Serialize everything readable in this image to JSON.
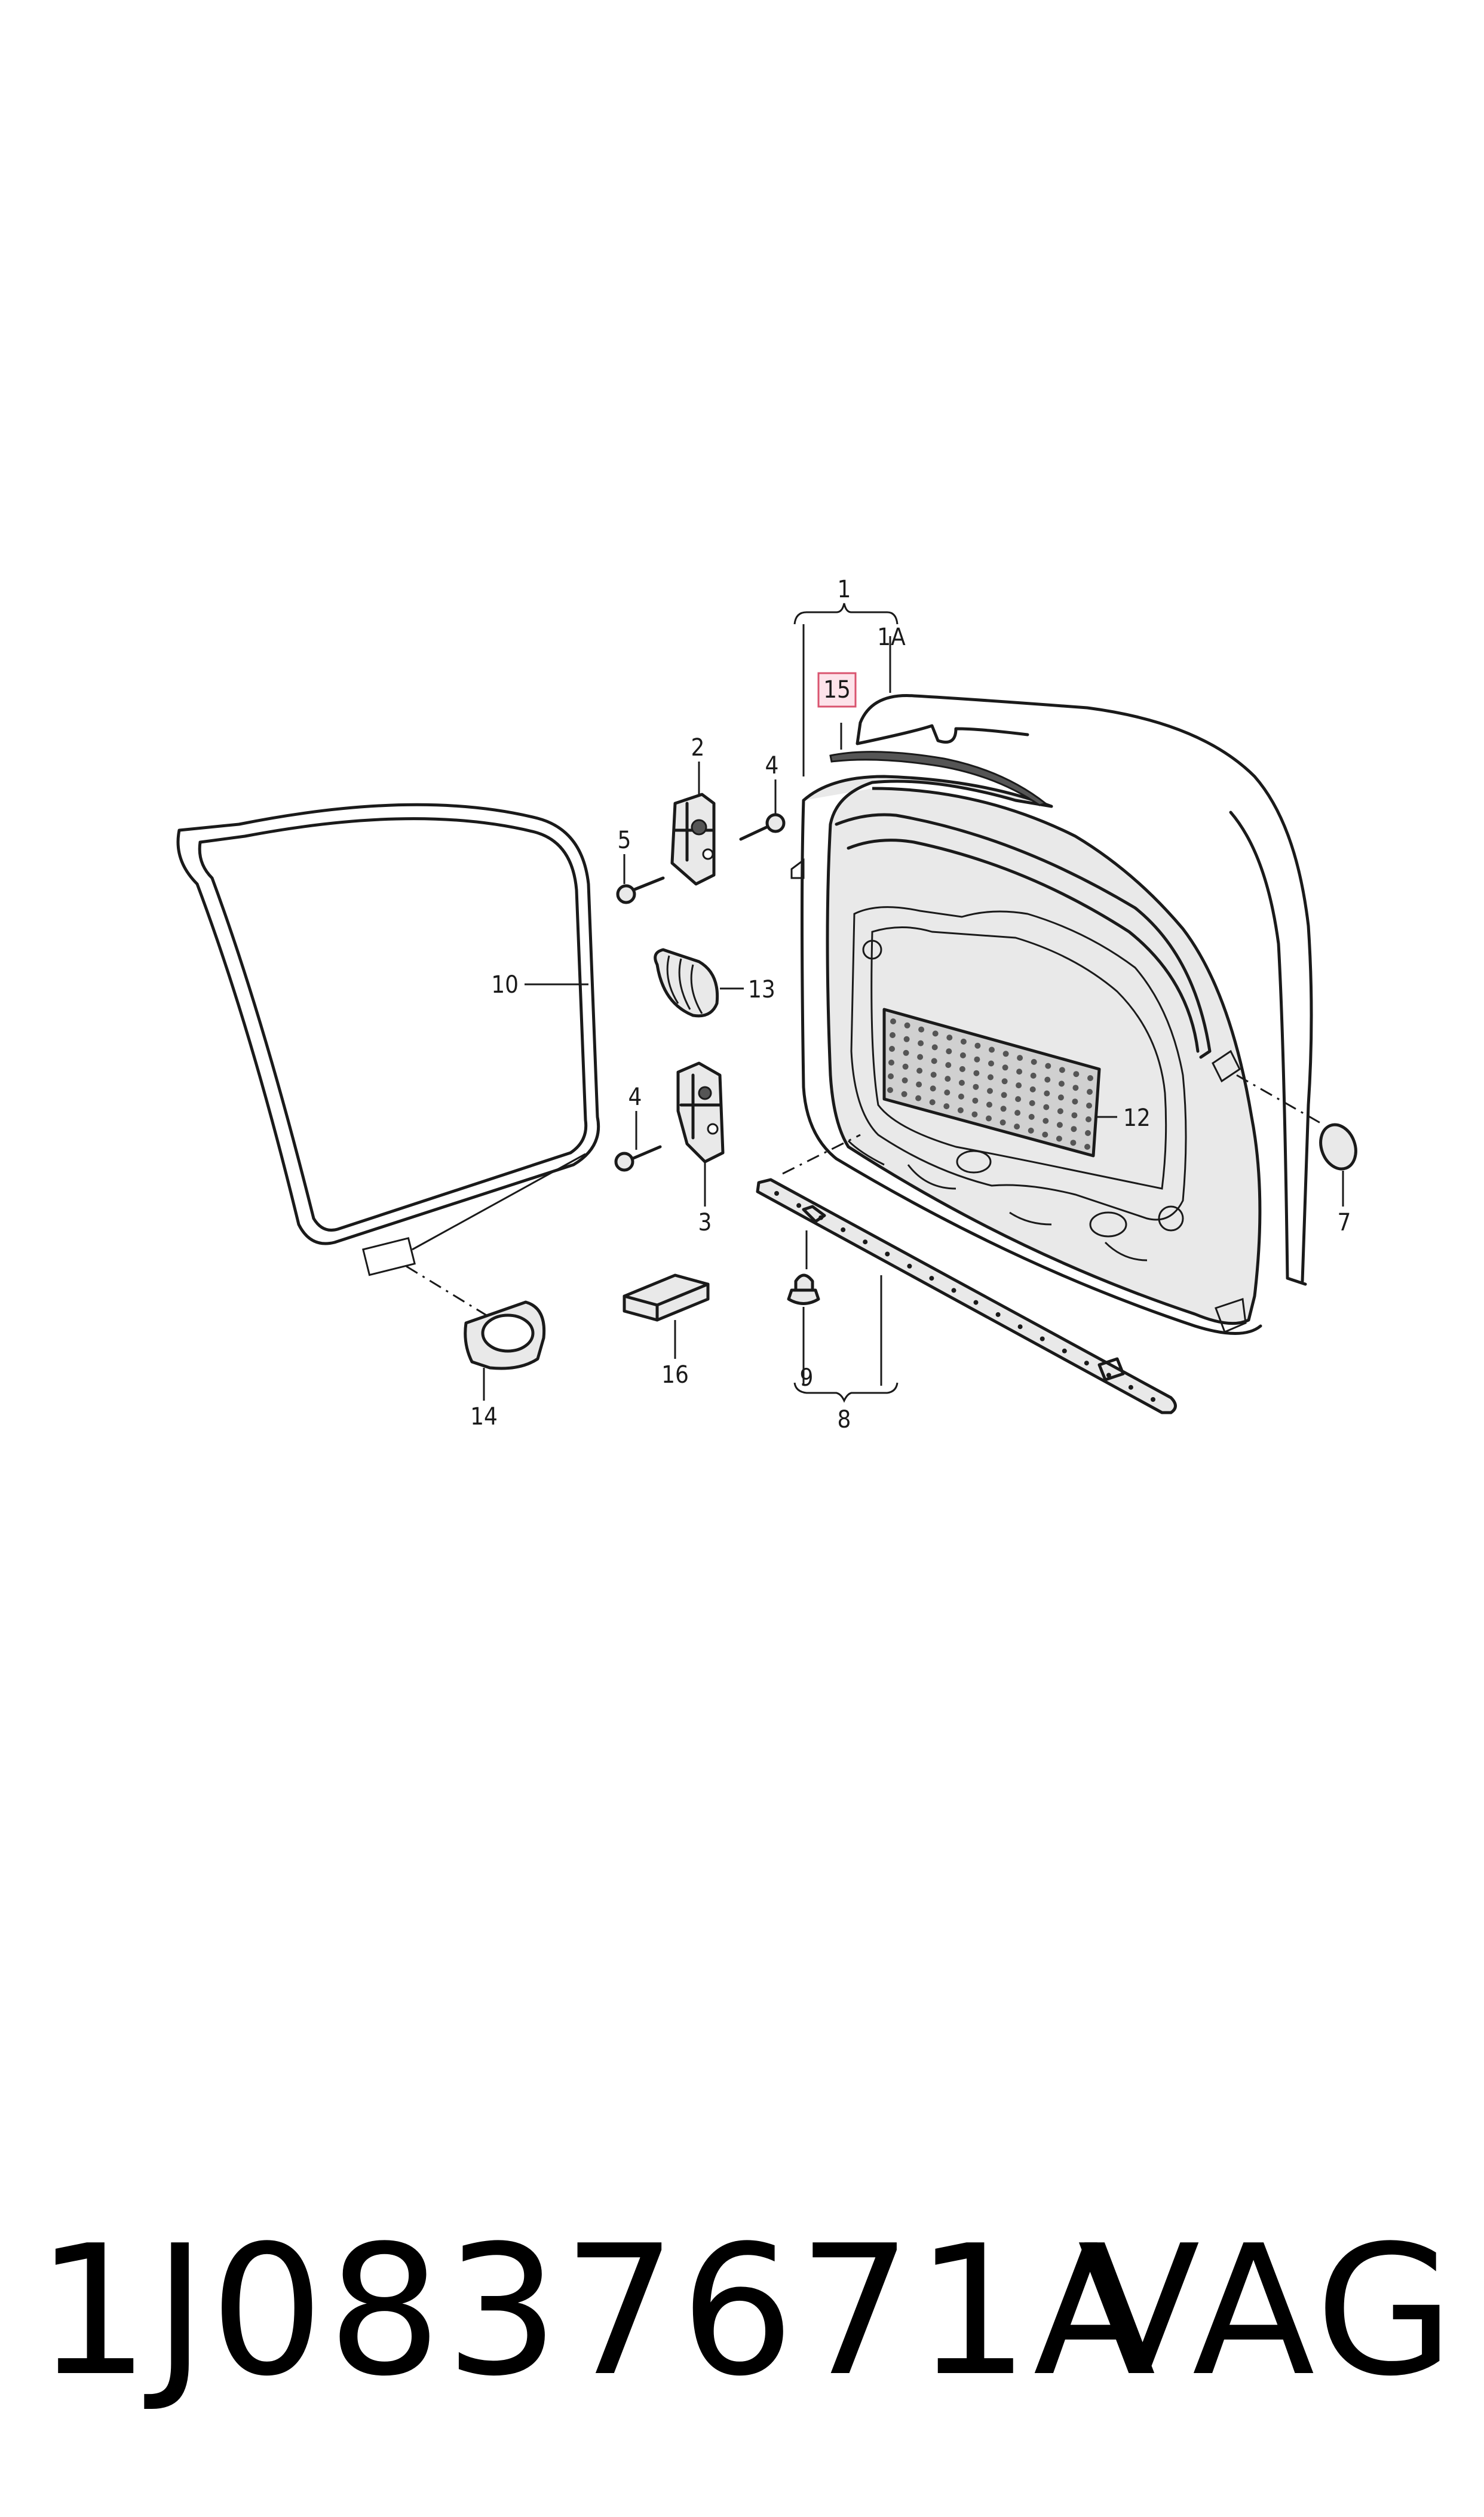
{
  "callouts": {
    "c1": "1",
    "c1A": "1A",
    "c2": "2",
    "c3": "3",
    "c4a": "4",
    "c4b": "4",
    "c5a": "5",
    "c5b": "",
    "c7": "7",
    "c8": "8",
    "c9": "9",
    "c10": "10",
    "c12": "12",
    "c13": "13",
    "c14": "14",
    "c15": "15",
    "c16": "16"
  },
  "highlighted_callout": "15",
  "highlight_color": "#d9546f",
  "footer": {
    "part_number": "1J0837671A",
    "brand": "VAG"
  }
}
